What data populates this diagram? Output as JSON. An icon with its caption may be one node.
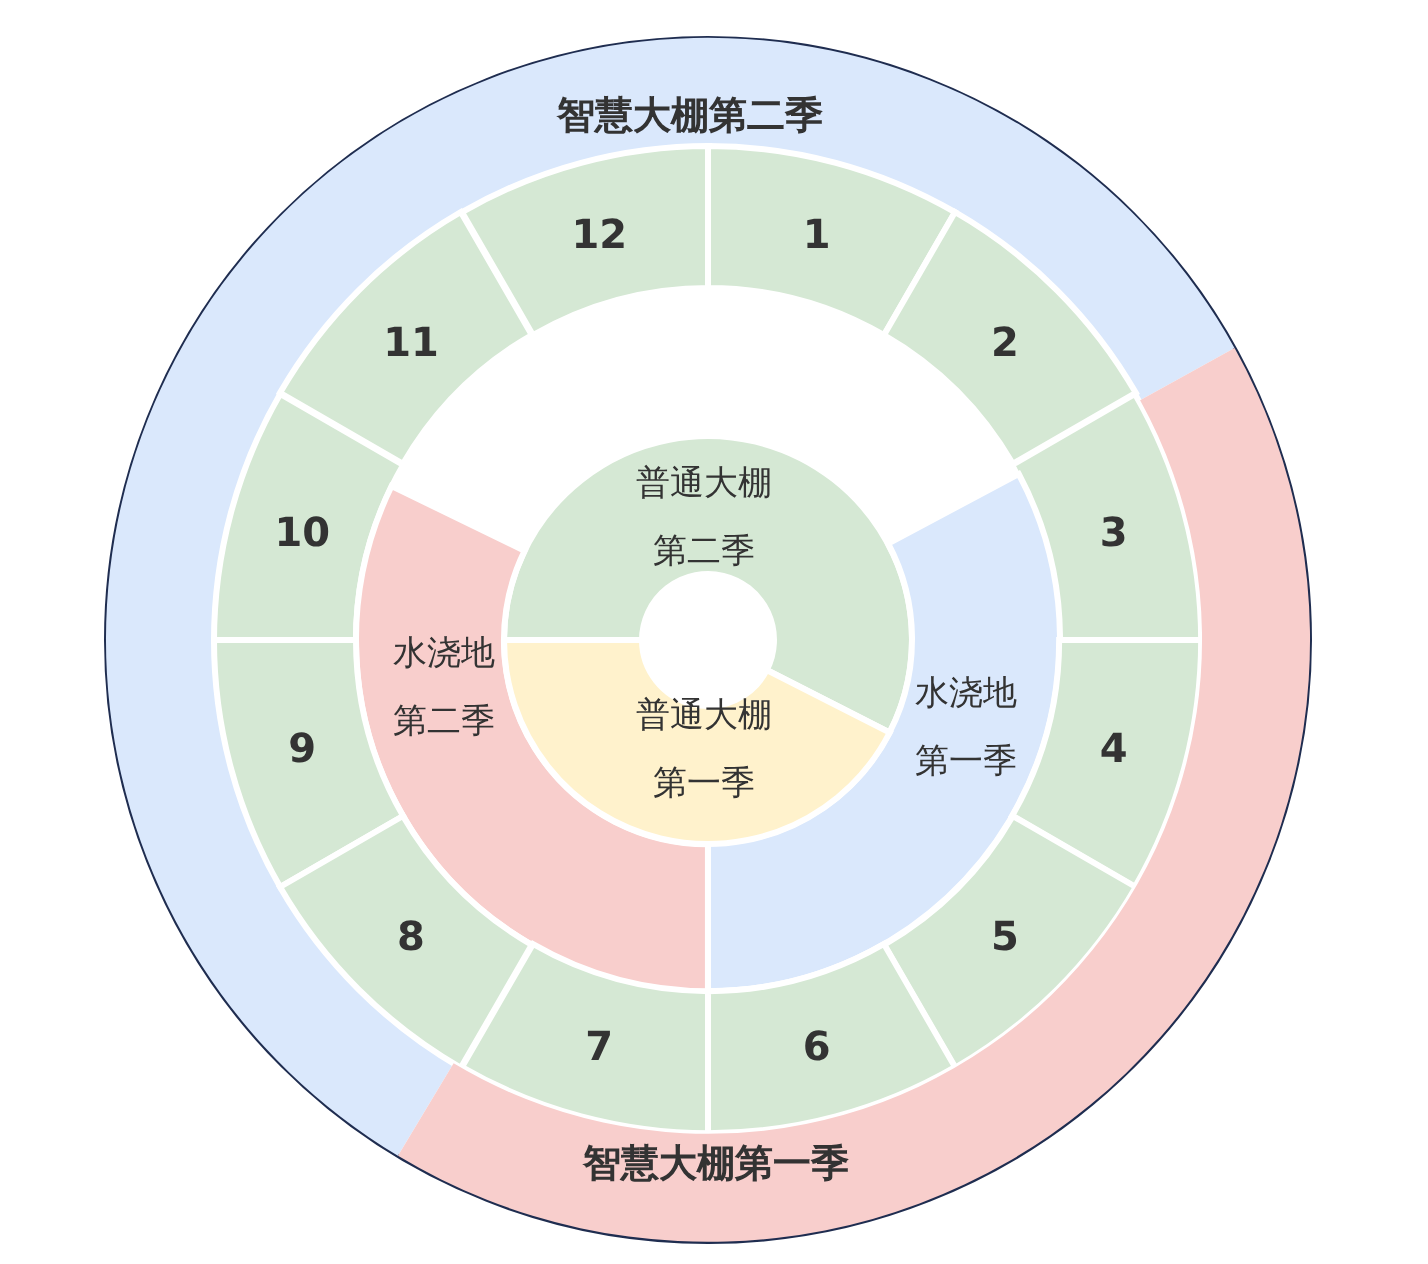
{
  "diagram": {
    "nodes": [
      {
        "text": [
          "智慧大棚第二季"
        ]
      },
      {
        "text": [
          "12"
        ]
      },
      {
        "text": [
          "1"
        ]
      },
      {
        "text": [
          "11"
        ]
      },
      {
        "text": [
          "2"
        ]
      },
      {
        "text": [
          "普通大棚第二季"
        ]
      },
      {
        "text": [
          "10"
        ]
      },
      {
        "text": [
          "3"
        ]
      },
      {
        "text": [
          "水浇地第二季"
        ]
      },
      {
        "text": [
          "水浇地第一季"
        ]
      },
      {
        "text": [
          "普通大棚第一季"
        ]
      },
      {
        "text": [
          "9"
        ]
      },
      {
        "text": [
          "4"
        ]
      },
      {
        "text": [
          "8"
        ]
      },
      {
        "text": [
          "5"
        ]
      },
      {
        "text": [
          "7"
        ]
      },
      {
        "text": [
          "6"
        ]
      },
      {
        "text": [
          "智慧大棚第一季"
        ]
      }
    ]
  }
}
